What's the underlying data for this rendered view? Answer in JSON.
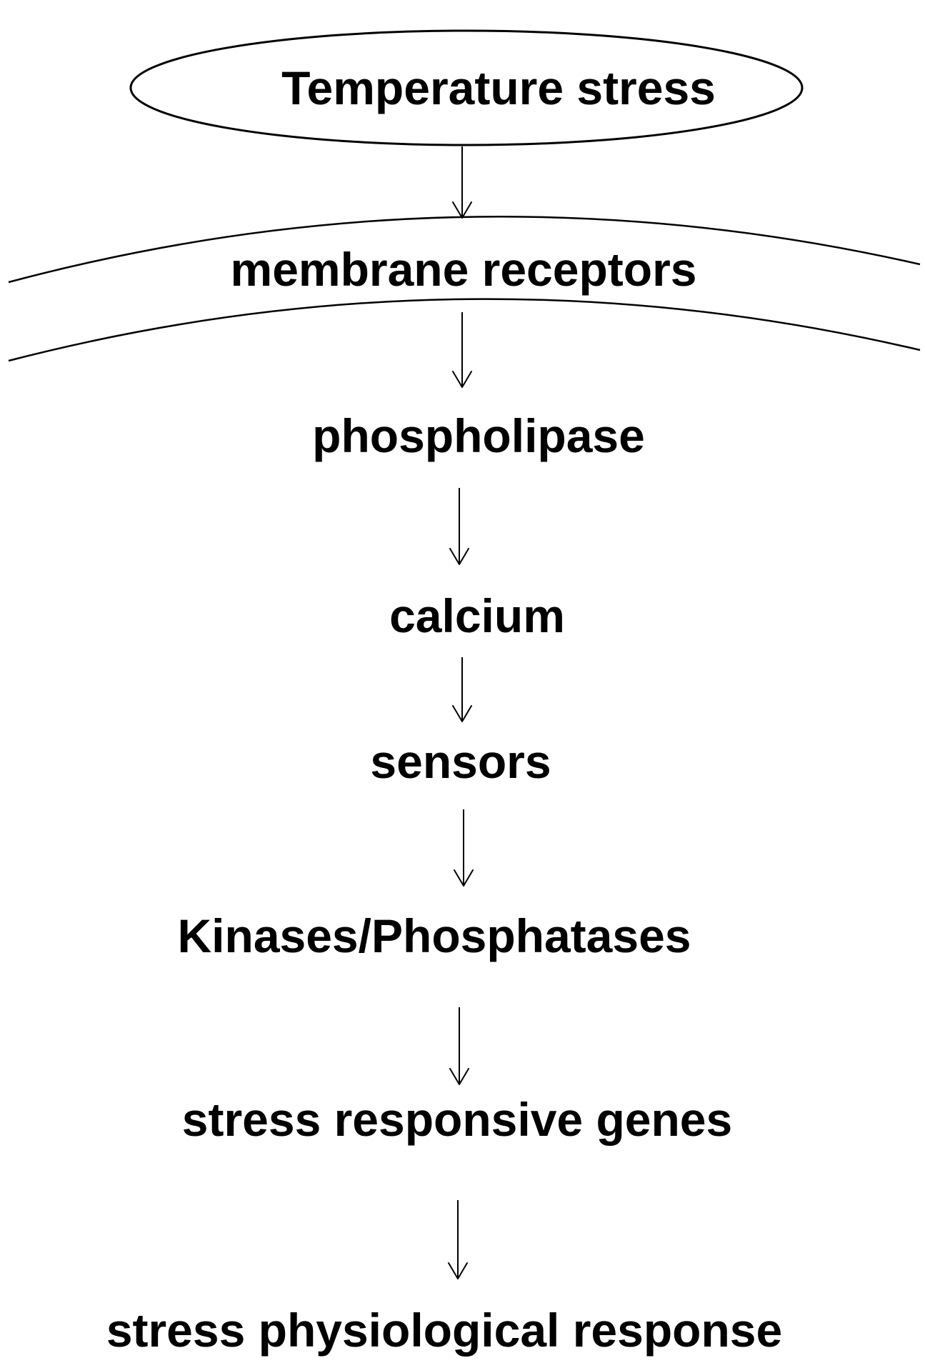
{
  "diagram": {
    "nodes": [
      {
        "id": "temperature-stress",
        "label": "Temperature stress"
      },
      {
        "id": "membrane-receptors",
        "label": "membrane receptors"
      },
      {
        "id": "phospholipase",
        "label": "phospholipase"
      },
      {
        "id": "calcium",
        "label": "calcium"
      },
      {
        "id": "sensors",
        "label": "sensors"
      },
      {
        "id": "kinases-phosphatases",
        "label": "Kinases/Phosphatases"
      },
      {
        "id": "stress-responsive-genes",
        "label": "stress responsive genes"
      },
      {
        "id": "stress-physiological-response",
        "label": "stress physiological response"
      }
    ],
    "edges": [
      {
        "from": "temperature-stress",
        "to": "membrane-receptors"
      },
      {
        "from": "membrane-receptors",
        "to": "phospholipase"
      },
      {
        "from": "phospholipase",
        "to": "calcium"
      },
      {
        "from": "calcium",
        "to": "sensors"
      },
      {
        "from": "sensors",
        "to": "kinases-phosphatases"
      },
      {
        "from": "kinases-phosphatases",
        "to": "stress-responsive-genes"
      },
      {
        "from": "stress-responsive-genes",
        "to": "stress-physiological-response"
      }
    ],
    "colors": {
      "stroke": "#000000",
      "text": "#000000",
      "background": "#ffffff"
    }
  }
}
